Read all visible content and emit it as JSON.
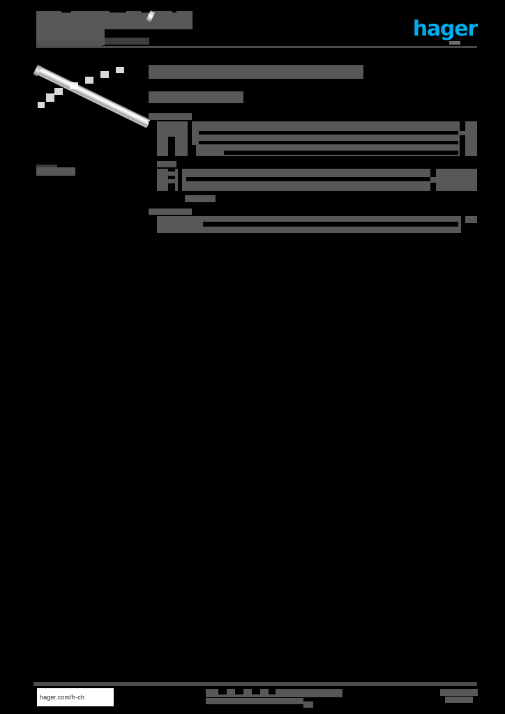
{
  "document": {
    "kind": "product-datasheet",
    "brand": "hager",
    "page_background": "#000000",
    "redaction_color": "#585858",
    "brand_color": "#00AEEF",
    "state": "text redacted"
  },
  "header": {
    "title_line_1": "",
    "title_line_2": "",
    "title_line_2_suffix": "",
    "logo_text": "hager"
  },
  "left_column": {
    "product_image_alt": "metallic rod product photo",
    "caption": ""
  },
  "main": {
    "section_heading": "",
    "sub_heading": "",
    "groups": [
      {
        "title": "",
        "rows": [
          "",
          "",
          ""
        ]
      },
      {
        "title": "",
        "rows": [
          "",
          ""
        ]
      },
      {
        "title": "",
        "rows": [
          ""
        ]
      }
    ]
  },
  "footer": {
    "url": "hager.com/fr-ch",
    "center_text": "",
    "right_text": ""
  }
}
